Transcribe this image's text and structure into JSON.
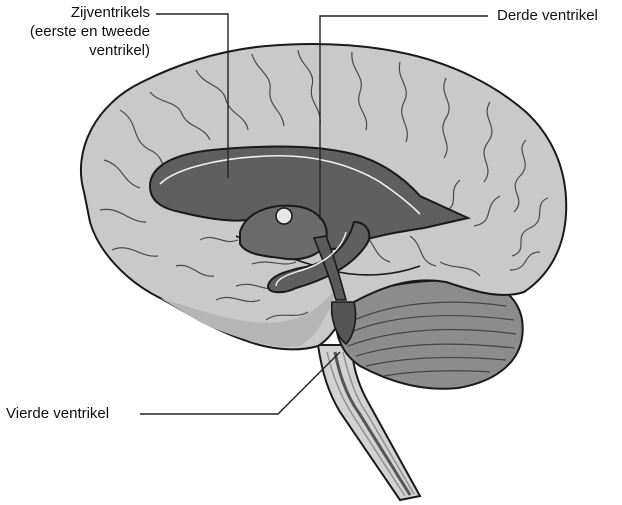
{
  "labels": {
    "lateral_line1": "Zijventrikels",
    "lateral_line2": "(eerste en tweede",
    "lateral_line3": "ventrikel)",
    "third": "Derde ventrikel",
    "fourth": "Vierde ventrikel"
  },
  "colors": {
    "cortex": "#c9c9c9",
    "cortex_dark": "#a9a9a9",
    "ventricle": "#5f5f5f",
    "ventricle_outline": "#1a1a1a",
    "cerebellum": "#8a8a8a",
    "brainstem": "#cfcfcf",
    "leader_line": "#222222"
  }
}
